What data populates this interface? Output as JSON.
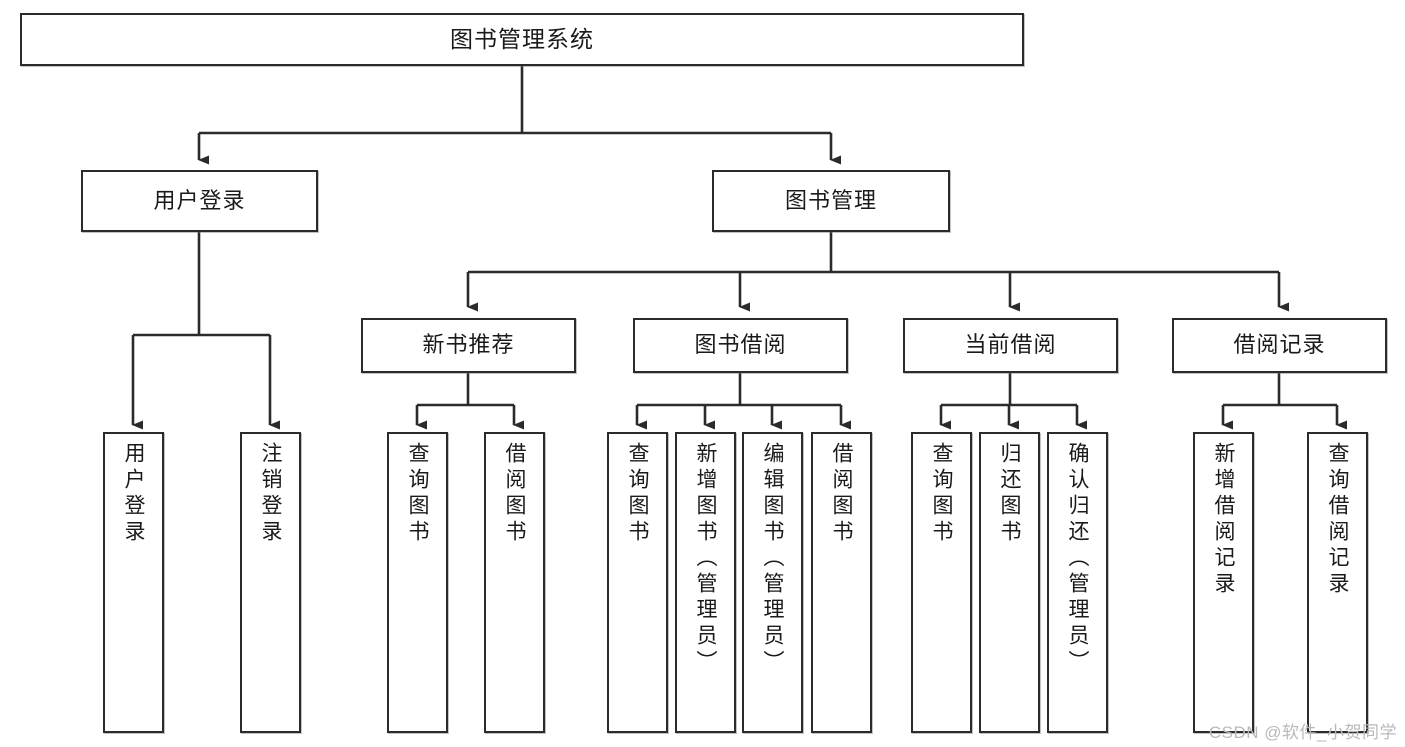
{
  "diagram": {
    "type": "tree-hierarchy-diagram",
    "title": "图书管理系统",
    "watermark": "CSDN @软件_小贺同学",
    "colors": {
      "background": "#ffffff",
      "box_border": "#2b2b2b",
      "box_fill": "#ffffff",
      "edge": "#2b2b2b",
      "text": "#1a1a1a",
      "watermark": "#b9b9b9"
    },
    "root": {
      "id": "root",
      "label": "图书管理系统"
    },
    "level2": [
      {
        "id": "user-login",
        "label": "用户登录"
      },
      {
        "id": "book-manage",
        "label": "图书管理"
      }
    ],
    "level3": [
      {
        "id": "new-book-rec",
        "label": "新书推荐",
        "parent": "book-manage"
      },
      {
        "id": "book-borrow",
        "label": "图书借阅",
        "parent": "book-manage"
      },
      {
        "id": "current-borrow",
        "label": "当前借阅",
        "parent": "book-manage"
      },
      {
        "id": "borrow-record",
        "label": "借阅记录",
        "parent": "book-manage"
      }
    ],
    "leaves": [
      {
        "id": "leaf-user-login",
        "label": "用户登录",
        "parent": "user-login"
      },
      {
        "id": "leaf-user-logout",
        "label": "注销登录",
        "parent": "user-login"
      },
      {
        "id": "leaf-query-book-1",
        "label": "查询图书",
        "parent": "new-book-rec"
      },
      {
        "id": "leaf-borrow-book-1",
        "label": "借阅图书",
        "parent": "new-book-rec"
      },
      {
        "id": "leaf-query-book-2",
        "label": "查询图书",
        "parent": "book-borrow"
      },
      {
        "id": "leaf-add-book",
        "label": "新增图书（管理员）",
        "parent": "book-borrow"
      },
      {
        "id": "leaf-edit-book",
        "label": "编辑图书（管理员）",
        "parent": "book-borrow"
      },
      {
        "id": "leaf-borrow-book-2",
        "label": "借阅图书",
        "parent": "book-borrow"
      },
      {
        "id": "leaf-query-book-3",
        "label": "查询图书",
        "parent": "current-borrow"
      },
      {
        "id": "leaf-return-book",
        "label": "归还图书",
        "parent": "current-borrow"
      },
      {
        "id": "leaf-confirm-return",
        "label": "确认归还（管理员）",
        "parent": "current-borrow"
      },
      {
        "id": "leaf-add-record",
        "label": "新增借阅记录",
        "parent": "borrow-record"
      },
      {
        "id": "leaf-query-record",
        "label": "查询借阅记录",
        "parent": "borrow-record"
      }
    ]
  }
}
